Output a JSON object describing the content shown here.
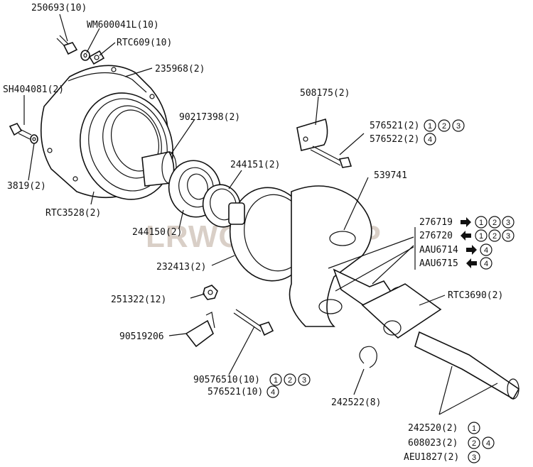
{
  "watermark": "LRWORKSHOP",
  "labels": {
    "p250693": "250693(10)",
    "pWM600041L": "WM600041L(10)",
    "pRTC609": "RTC609(10)",
    "p235968": "235968(2)",
    "pSH404081": "SH404081(2)",
    "p90217398": "90217398(2)",
    "p508175": "508175(2)",
    "p576521a": "576521(2)",
    "p576522": "576522(2)",
    "p3819": "3819(2)",
    "p244151": "244151(2)",
    "p539741": "539741",
    "pRTC3528": "RTC3528(2)",
    "p276719": "276719",
    "p276720": "276720",
    "pAAU6714": "AAU6714",
    "pAAU6715": "AAU6715",
    "p244150": "244150(2)",
    "p232413": "232413(2)",
    "p251322": "251322(12)",
    "pRTC3690": "RTC3690(2)",
    "p90519206": "90519206",
    "p90576510": "90576510(10)",
    "p576521b": "576521(10)",
    "p242522": "242522(8)",
    "p242520": "242520(2)",
    "p608023": "608023(2)",
    "pAEU1827": "AEU1827(2)"
  },
  "circled": {
    "n1": "1",
    "n2": "2",
    "n3": "3",
    "n4": "4"
  },
  "arrows": {
    "right": "right-arrow-icon",
    "left": "left-arrow-icon"
  }
}
